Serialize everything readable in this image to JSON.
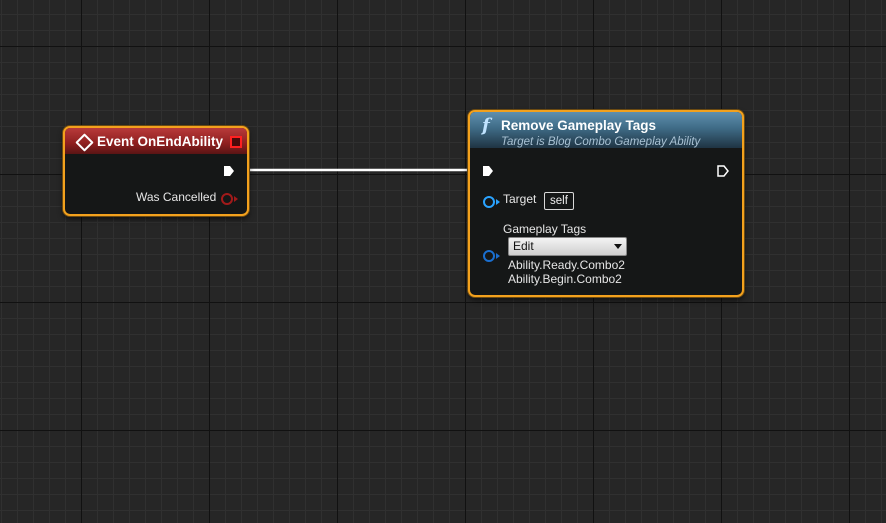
{
  "event_node": {
    "title": "Event OnEndAbility",
    "outputs": {
      "bool_pin_label": "Was Cancelled"
    },
    "icons": {
      "header": "diamond-icon",
      "delegate": "delegate-square-icon"
    }
  },
  "function_node": {
    "title": "Remove Gameplay Tags",
    "subtitle": "Target is Blog Combo Gameplay Ability",
    "icon_glyph": "f",
    "target_label": "Target",
    "target_value": "self",
    "tags_label": "Gameplay Tags",
    "tags_dropdown_value": "Edit",
    "tags": [
      "Ability.Ready.Combo2",
      "Ability.Begin.Combo2"
    ]
  },
  "colors": {
    "node_selected_outline": "#f3a11d",
    "event_header": "#8e1f1f",
    "function_header": "#3f6b86",
    "exec_wire": "#ffffff",
    "object_pin": "#2aa3ff",
    "tag_pin": "#1a6fd0",
    "bool_pin": "#a11a1a"
  }
}
